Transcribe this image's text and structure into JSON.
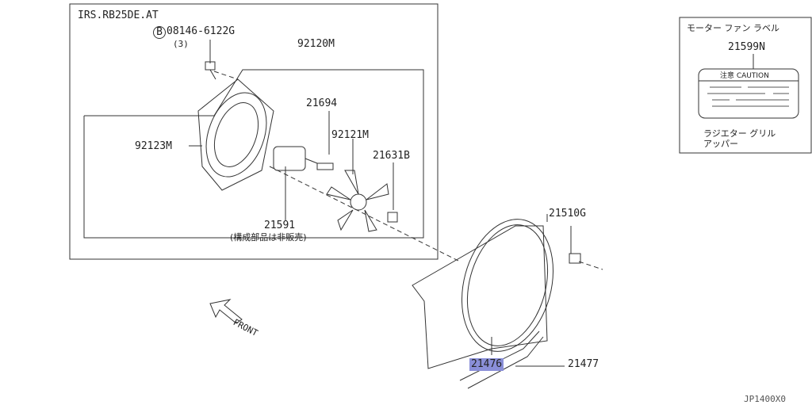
{
  "diagram": {
    "inset_title": "IRS.RB25DE.AT",
    "bolt_symbol": "B",
    "bolt_part": "08146-6122G",
    "bolt_qty": "(3)",
    "parts": {
      "p92120M": "92120M",
      "p92123M": "92123M",
      "p21694": "21694",
      "p92121M": "92121M",
      "p21631B": "21631B",
      "p21591": "21591",
      "p21510G": "21510G",
      "p21476": "21476",
      "p21477": "21477"
    },
    "not_sold_note": "(構成部品は非販売)",
    "front_label": "FRONT",
    "label_box": {
      "title": "モーター ファン ラベル",
      "part": "21599N",
      "caution": "注意 CAUTION",
      "footer_line1": "ラジエター グリル",
      "footer_line2": "アッパー"
    },
    "diagram_code": "JP1400X0",
    "highlight_color": "#8a8fd8"
  }
}
